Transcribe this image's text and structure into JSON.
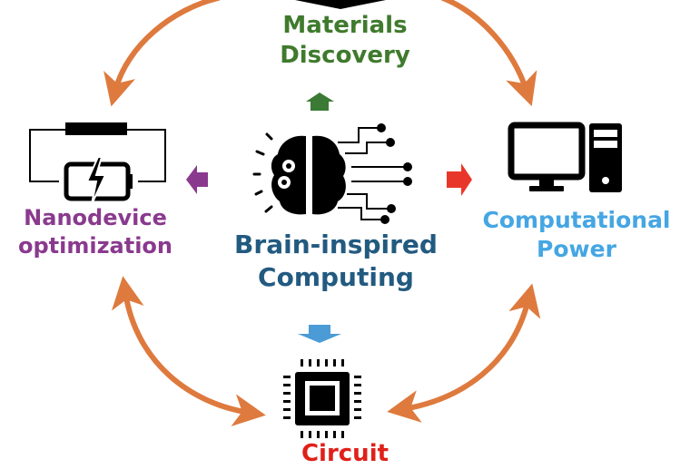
{
  "diagram": {
    "title": "Brain-inspired computing cycle",
    "center": {
      "label_line1": "Brain-inspired",
      "label_line2": "Computing",
      "icon": "brain-circuit-icon",
      "color": "#225a80"
    },
    "nodes": {
      "top": {
        "label_line1": "Materials",
        "label_line2": "Discovery",
        "icon": "black-arrow-down-icon",
        "color": "#3f7a2d"
      },
      "left": {
        "label_line1": "Nanodevice",
        "label_line2": "optimization",
        "icon": "battery-circuit-icon",
        "color": "#8a3a8e"
      },
      "right": {
        "label_line1": "Computational",
        "label_line2": "Power",
        "icon": "desktop-computer-icon",
        "color": "#45a6e3"
      },
      "bottom": {
        "label_line1": "Circuit",
        "icon": "chip-icon",
        "color": "#e0201a"
      }
    },
    "center_arrows": {
      "up": {
        "color": "#3a7a34"
      },
      "left": {
        "color": "#8a3a8e"
      },
      "right": {
        "color": "#e8372a"
      },
      "down": {
        "color": "#4a9bd6"
      }
    },
    "cycle_arrow_color": "#de7a3e"
  }
}
